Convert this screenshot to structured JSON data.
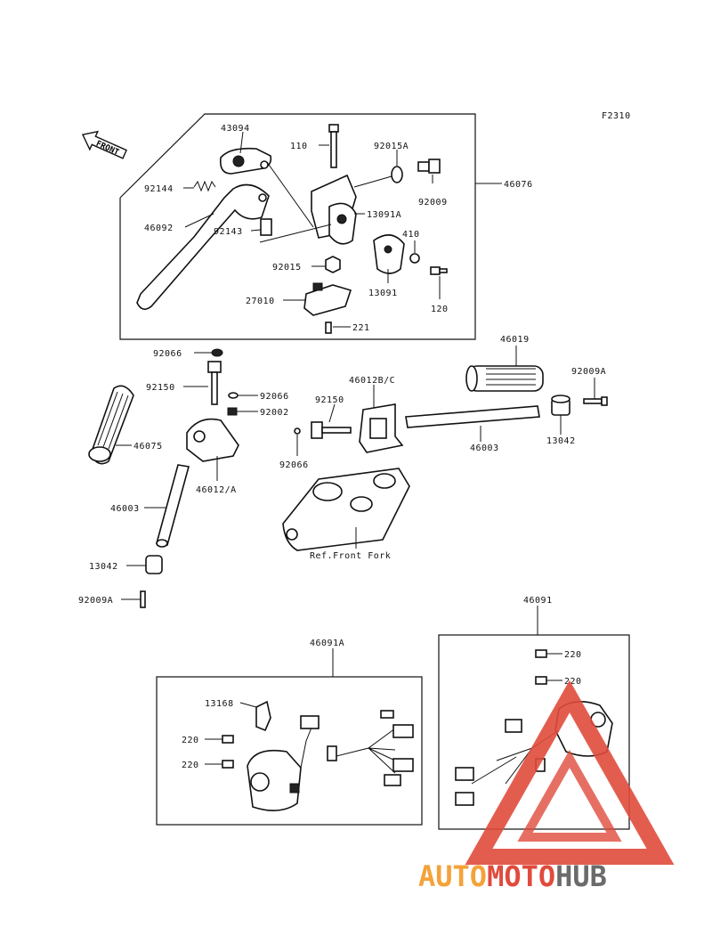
{
  "figure_code": "F2310",
  "front_label": "FRONT",
  "ref_label": "Ref.Front Fork",
  "watermark": {
    "auto": "AUTO",
    "moto": "MOTO",
    "hub": "HUB",
    "orange": "#f4a23a",
    "red": "#e04b3c",
    "gray": "#6b6b6b"
  },
  "parts": {
    "p43094": "43094",
    "p110": "110",
    "p92015A": "92015A",
    "p46076": "46076",
    "p92144": "92144",
    "p92009": "92009",
    "p46092": "46092",
    "p13091A": "13091A",
    "p92143": "92143",
    "p410": "410",
    "p92015": "92015",
    "p13091": "13091",
    "p120": "120",
    "p27010": "27010",
    "p221": "221",
    "p46019": "46019",
    "p92066a": "92066",
    "p92009A_r": "92009A",
    "p92150a": "92150",
    "p92066b": "92066",
    "p46012BC": "46012B/C",
    "p92002": "92002",
    "p92150b": "92150",
    "p46003r": "46003",
    "p13042r": "13042",
    "p46075": "46075",
    "p92066c": "92066",
    "p46012A": "46012/A",
    "p46003l": "46003",
    "p13042l": "13042",
    "p92009A_l": "92009A",
    "p46091": "46091",
    "p46091A": "46091A",
    "p220a": "220",
    "p220b": "220",
    "p13168": "13168",
    "p220c": "220",
    "p220d": "220"
  }
}
